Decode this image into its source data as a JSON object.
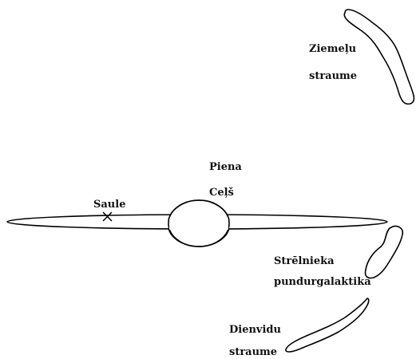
{
  "labels": {
    "northern_stream": [
      "Ziemeļu",
      "straume"
    ],
    "milky_way": [
      "Piena",
      "Ceļš"
    ],
    "sun": "Saule",
    "sagittarius_dwarf": [
      "Strēlnieka",
      "pundurgalaktika"
    ],
    "southern_stream": [
      "Dienvidu",
      "straume"
    ]
  },
  "sun_marker": "×",
  "colors": {
    "stroke": "#000000",
    "text": "#111111",
    "background": "#ffffff"
  }
}
